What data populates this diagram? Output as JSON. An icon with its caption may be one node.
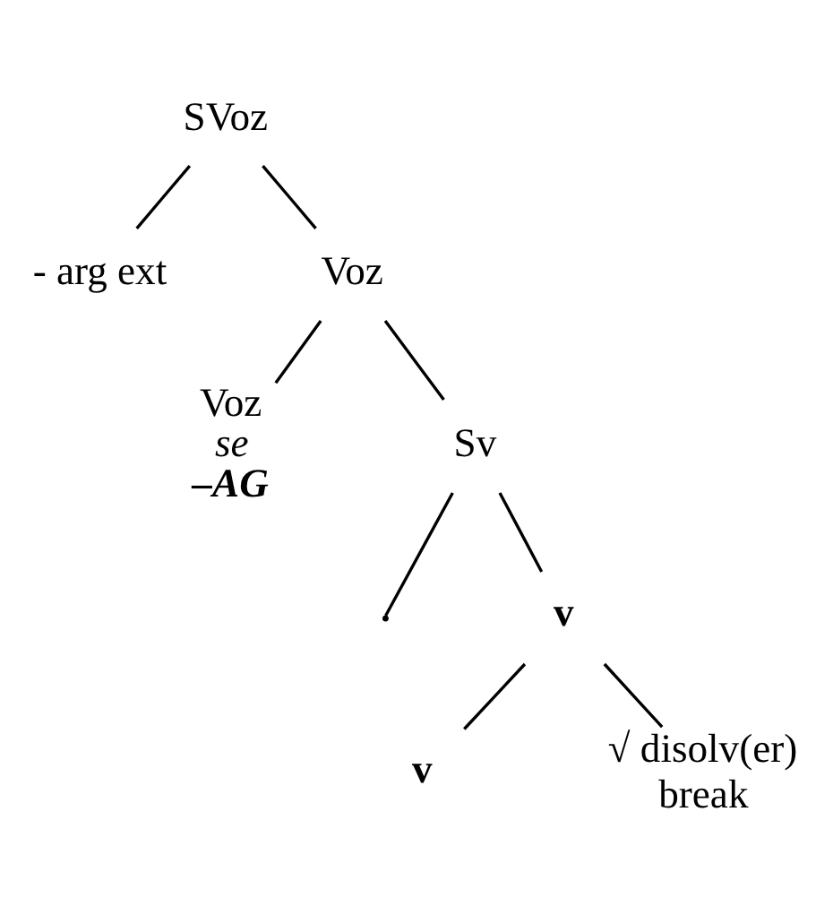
{
  "diagram": {
    "nodes": [
      {
        "text": [
          "SVoz"
        ]
      },
      {
        "text": [
          "- arg ext"
        ]
      },
      {
        "text": [
          "Voz"
        ]
      },
      {
        "text": [
          "Voz",
          "se",
          "–AG"
        ]
      },
      {
        "text": [
          "Sv"
        ]
      },
      {
        "text": [],
        "shape": "point"
      },
      {
        "text": [
          "v"
        ]
      },
      {
        "text": [
          "v"
        ]
      },
      {
        "text": [
          "√ disolv(er)",
          "break"
        ]
      }
    ],
    "edges": [
      {
        "from": 0,
        "to": 1,
        "arrow": "none"
      },
      {
        "from": 0,
        "to": 2,
        "arrow": "none"
      },
      {
        "from": 2,
        "to": 3,
        "arrow": "none"
      },
      {
        "from": 2,
        "to": 4,
        "arrow": "none"
      },
      {
        "from": 4,
        "to": 5,
        "arrow": "none"
      },
      {
        "from": 4,
        "to": 6,
        "arrow": "none"
      },
      {
        "from": 6,
        "to": 7,
        "arrow": "none"
      },
      {
        "from": 6,
        "to": 8,
        "arrow": "none"
      }
    ]
  }
}
